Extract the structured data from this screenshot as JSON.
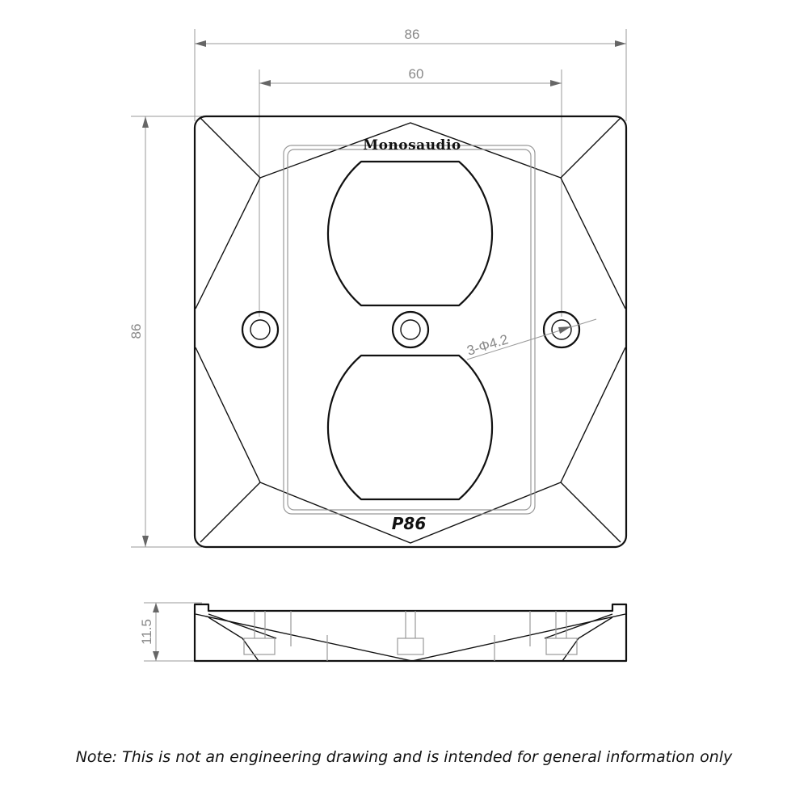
{
  "drawing": {
    "dimensions": {
      "overall_width": "86",
      "hole_spacing": "60",
      "overall_height": "86",
      "thickness": "11.5",
      "hole_callout": "3-Φ4.2"
    },
    "brand": "Monosaudio",
    "model": "P86"
  },
  "note": "Note: This is not an engineering drawing and is intended for general information only"
}
